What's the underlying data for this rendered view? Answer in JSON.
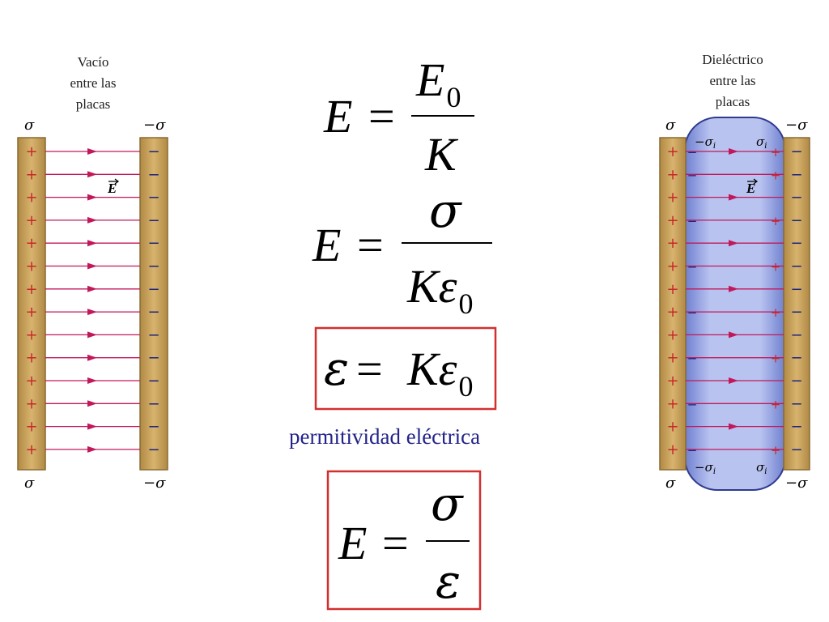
{
  "left_figure": {
    "title_lines": [
      "Vacío",
      "entre las",
      "placas"
    ],
    "sigma_left": "σ",
    "sigma_right": "−σ",
    "field_label": "E",
    "plus": "+",
    "minus": "−"
  },
  "right_figure": {
    "title_lines": [
      "Dieléctrico",
      "entre las",
      "placas"
    ],
    "sigma_left": "σ",
    "sigma_right": "−σ",
    "induced_left": "−σ",
    "induced_right": "σ",
    "induced_sub": "i",
    "field_label": "E",
    "plus": "+",
    "minus": "−"
  },
  "equations": {
    "eq1": {
      "lhs": "E",
      "equals": "=",
      "num": "E",
      "num_sub": "0",
      "den": "K"
    },
    "eq2": {
      "lhs": "E",
      "equals": "=",
      "num": "σ",
      "den": "Kε",
      "den_sub": "0"
    },
    "eq3": {
      "lhs": "ε",
      "equals": "=",
      "rhs": "Kε",
      "rhs_sub": "0"
    },
    "eq3_caption": "permitividad eléctrica",
    "eq4": {
      "lhs": "E",
      "equals": "=",
      "num": "σ",
      "den": "ε"
    }
  },
  "colors": {
    "plate": "#c9a25d",
    "plate_edge": "#8a6a30",
    "field_line": "#c2185b",
    "dielectric": "#a9b4ea",
    "dielectric_edge": "#2e3b8f",
    "box": "#d32f2f",
    "caption": "#23238a"
  }
}
